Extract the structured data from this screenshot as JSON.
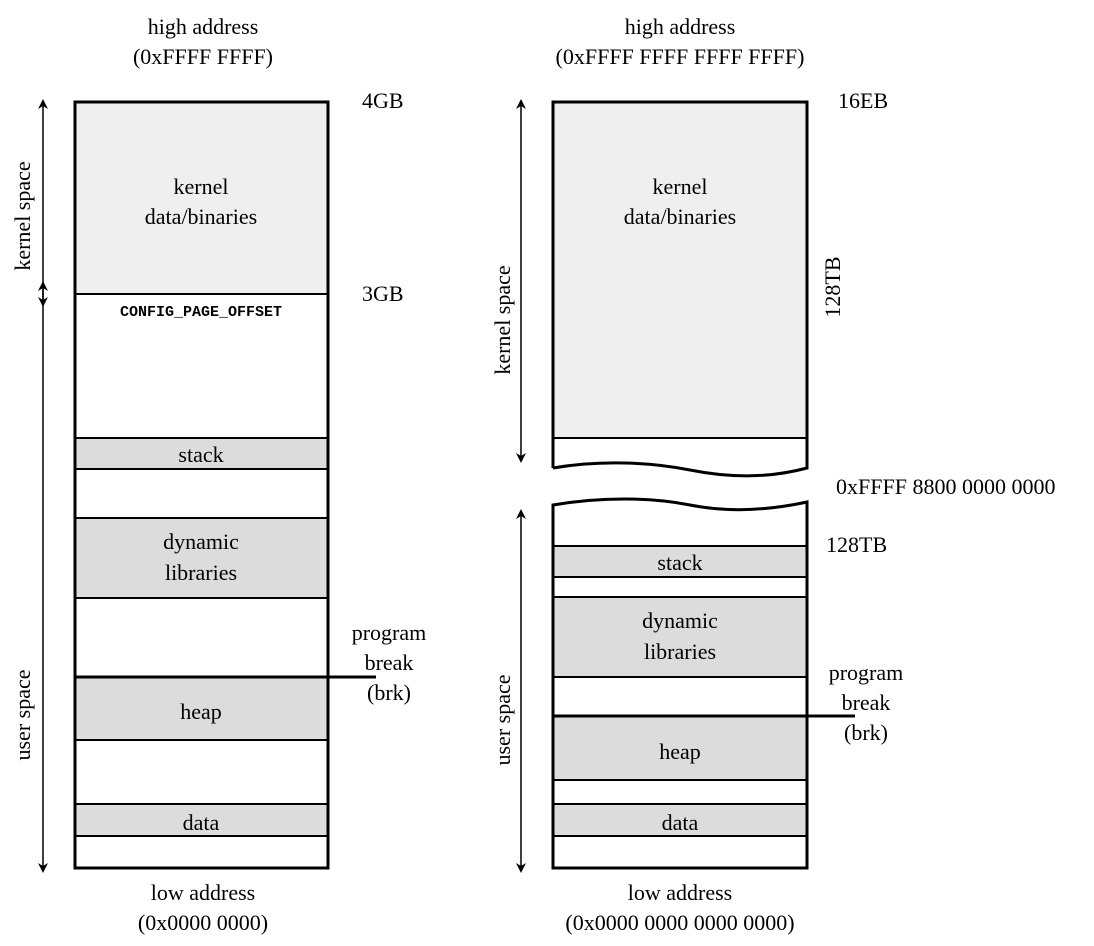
{
  "colors": {
    "kernel_fill": "#efefef",
    "segment_fill": "#dcdcdc",
    "stroke": "#000000"
  },
  "left": {
    "top_label_1": "high address",
    "top_label_2": "(0xFFFF FFFF)",
    "bottom_label_1": "low address",
    "bottom_label_2": "(0x0000 0000)",
    "kernel_space_label": "kernel space",
    "user_space_label": "user space",
    "mark_top": "4GB",
    "mark_split": "3GB",
    "config_offset": "CONFIG_PAGE_OFFSET",
    "kernel_block_1": "kernel",
    "kernel_block_2": "data/binaries",
    "stack": "stack",
    "dyn_1": "dynamic",
    "dyn_2": "libraries",
    "heap": "heap",
    "data": "data",
    "brk_1": "program",
    "brk_2": "break",
    "brk_3": "(brk)"
  },
  "right": {
    "top_label_1": "high address",
    "top_label_2": "(0xFFFF FFFF FFFF FFFF)",
    "bottom_label_1": "low address",
    "bottom_label_2": "(0x0000 0000 0000 0000)",
    "kernel_space_label": "kernel space",
    "user_space_label": "user space",
    "mark_top": "16EB",
    "mark_kernel_size": "128TB",
    "mark_gap": "0xFFFF 8800 0000 0000",
    "mark_user_top": "128TB",
    "kernel_block_1": "kernel",
    "kernel_block_2": "data/binaries",
    "stack": "stack",
    "dyn_1": "dynamic",
    "dyn_2": "libraries",
    "heap": "heap",
    "data": "data",
    "brk_1": "program",
    "brk_2": "break",
    "brk_3": "(brk)"
  }
}
